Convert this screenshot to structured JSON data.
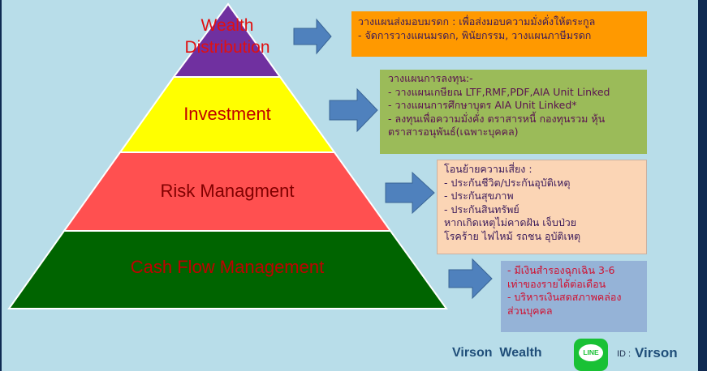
{
  "pyramid": {
    "levels": [
      {
        "label": "Wealth\nDistribution",
        "color": "#7030a0",
        "text_color": "#e01010"
      },
      {
        "label": "Investment",
        "color": "#ffff00",
        "text_color": "#c00000"
      },
      {
        "label": "Risk Managment",
        "color": "#ff5050",
        "text_color": "#800000"
      },
      {
        "label": "Cash Flow Management",
        "color": "#006400",
        "text_color": "#c00000"
      }
    ]
  },
  "boxes": {
    "distribution": {
      "color": "#ff9900",
      "lines": [
        "วางแผนส่งมอบมรดก : เพื่อส่งมอบความมั่งคั่งให้ตระกูล",
        "- จัดการวางแผนมรดก, พินัยกรรม, วางแผนภาษีมรดก"
      ]
    },
    "investment": {
      "color": "#9bbb59",
      "lines": [
        "วางแผนการลงทุน:-",
        "- วางแผนเกษียณ LTF,RMF,PDF,AIA Unit Linked",
        "- วางแผนการศึกษาบุตร  AIA Unit Linked*",
        "- ลงทุนเพื่อความมั่งคั่ง ตราสารหนี้ กองทุนรวม หุ้น",
        "ตราสารอนุพันธ์(เฉพาะบุคคล)"
      ]
    },
    "risk": {
      "color": "#fbd5b5",
      "lines": [
        "โอนย้ายความเสี่ยง :",
        "- ประกันชีวิต/ประกันอุบัติเหตุ",
        "- ประกันสุขภาพ",
        "- ประกันสินทรัพย์",
        "หากเกิดเหตุไม่คาดฝัน เจ็บป่วย",
        "โรคร้าย ไฟไหม้ รถชน อุบัติเหตุ"
      ]
    },
    "cashflow": {
      "color": "#95b3d7",
      "lines": [
        "- มีเงินสำรองฉุกเฉิน 3-6",
        "เท่าของรายได้ต่อเดือน",
        "- บริหารเงินสดสภาพคล่อง",
        "ส่วนบุคคล"
      ]
    }
  },
  "footer": {
    "brand": "Virson  Wealth",
    "line_logo": "LINE",
    "id_label": "ID :",
    "id_value": "Virson"
  },
  "arrow_color": "#4f81bd"
}
